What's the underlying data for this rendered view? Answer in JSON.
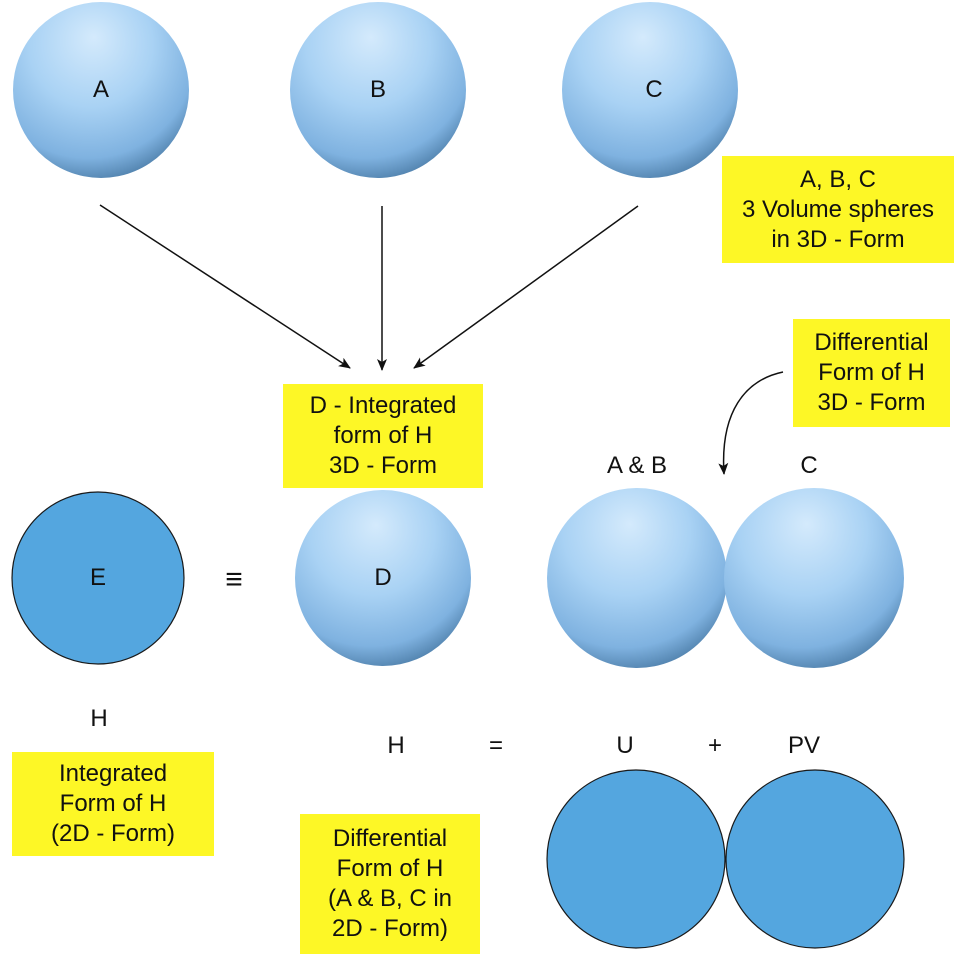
{
  "colors": {
    "sphere_highlight": "#cfe7fb",
    "sphere_mid": "#9ccaf0",
    "sphere_shadow": "#3f6f99",
    "flat_circle": "#54a6df",
    "note_background": "#fdf726",
    "text": "#111111"
  },
  "spheres": {
    "a": "A",
    "b": "B",
    "c": "C",
    "d": "D",
    "ab_left": "",
    "c_right": ""
  },
  "flat_circles": {
    "e": "E"
  },
  "labels": {
    "ab_caption": "A & B",
    "c_caption": "C",
    "equiv_symbol": "≡",
    "h_under_e": "H",
    "eq_h": "H",
    "eq_equals": "=",
    "eq_u": "U",
    "eq_plus": "+",
    "eq_pv": "PV"
  },
  "notes": {
    "abc_volume": [
      "A, B, C",
      "3 Volume spheres",
      "in 3D - Form"
    ],
    "differential_3d": [
      "Differential",
      "Form of H",
      "3D - Form"
    ],
    "integrated_3d": [
      "D - Integrated",
      "form of H",
      "3D - Form"
    ],
    "integrated_2d": [
      "Integrated",
      "Form of H",
      "(2D - Form)"
    ],
    "differential_2d": [
      "Differential",
      "Form of H",
      "(A & B, C in",
      "2D - Form)"
    ]
  }
}
